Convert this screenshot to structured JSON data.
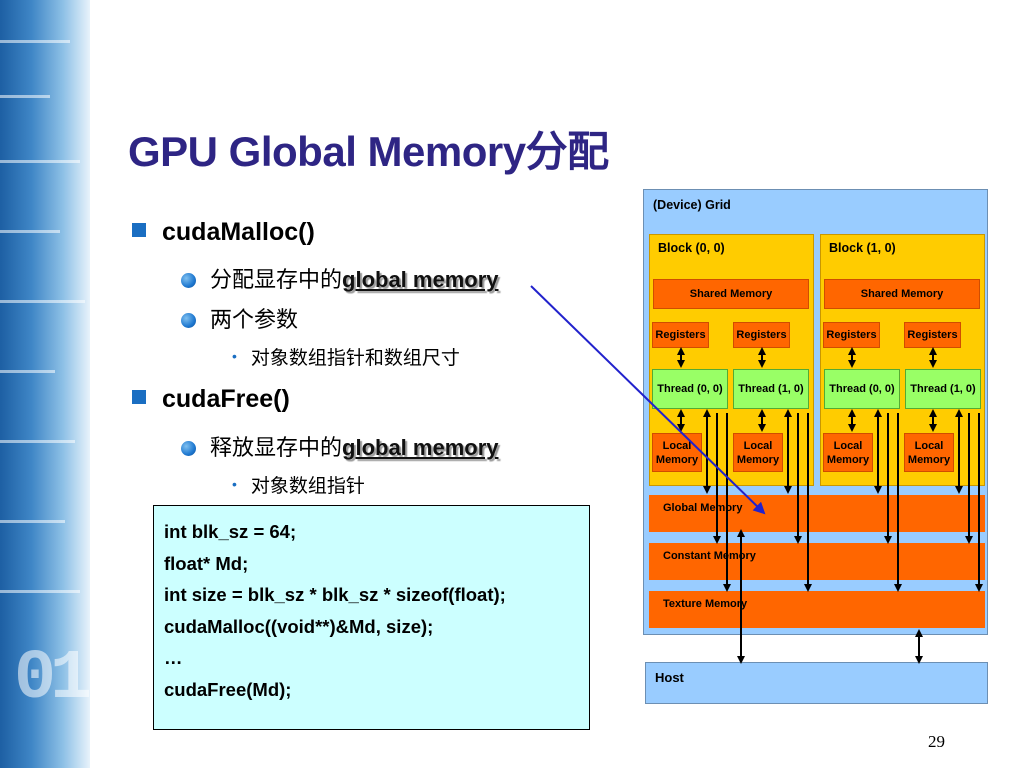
{
  "slide": {
    "title": "GPU Global Memory分配",
    "page_number": "29"
  },
  "bullets": {
    "malloc": {
      "heading": "cudaMalloc()",
      "sub1_prefix": "分配显存中的",
      "sub1_emph": "global memory",
      "sub2": "两个参数",
      "sub2_detail": "对象数组指针和数组尺寸"
    },
    "free": {
      "heading": "cudaFree()",
      "sub1_prefix": "释放显存中的",
      "sub1_emph": "global memory",
      "sub1_detail": "对象数组指针"
    }
  },
  "code": {
    "lines": [
      "int blk_sz = 64;",
      "float* Md;",
      "int size = blk_sz * blk_sz * sizeof(float);",
      "",
      "cudaMalloc((void**)&Md, size);",
      "…",
      "cudaFree(Md);"
    ]
  },
  "diagram": {
    "grid_label": "(Device) Grid",
    "blocks": [
      {
        "label": "Block (0, 0)",
        "shared": "Shared Memory",
        "registers": [
          "Registers",
          "Registers"
        ],
        "threads": [
          "Thread (0, 0)",
          "Thread (1, 0)"
        ],
        "local": [
          "Local Memory",
          "Local Memory"
        ]
      },
      {
        "label": "Block (1, 0)",
        "shared": "Shared Memory",
        "registers": [
          "Registers",
          "Registers"
        ],
        "threads": [
          "Thread (0, 0)",
          "Thread (1, 0)"
        ],
        "local": [
          "Local Memory",
          "Local Memory"
        ]
      }
    ],
    "global": "Global Memory",
    "constant": "Constant Memory",
    "texture": "Texture Memory",
    "host": "Host"
  },
  "colors": {
    "title": "#2e2584",
    "grid_bg": "#99ccff",
    "block_bg": "#ffcc00",
    "memory": "#ff6600",
    "thread": "#99ff66",
    "code_bg": "#ccffff",
    "pointer_arrow": "#2222cc"
  }
}
